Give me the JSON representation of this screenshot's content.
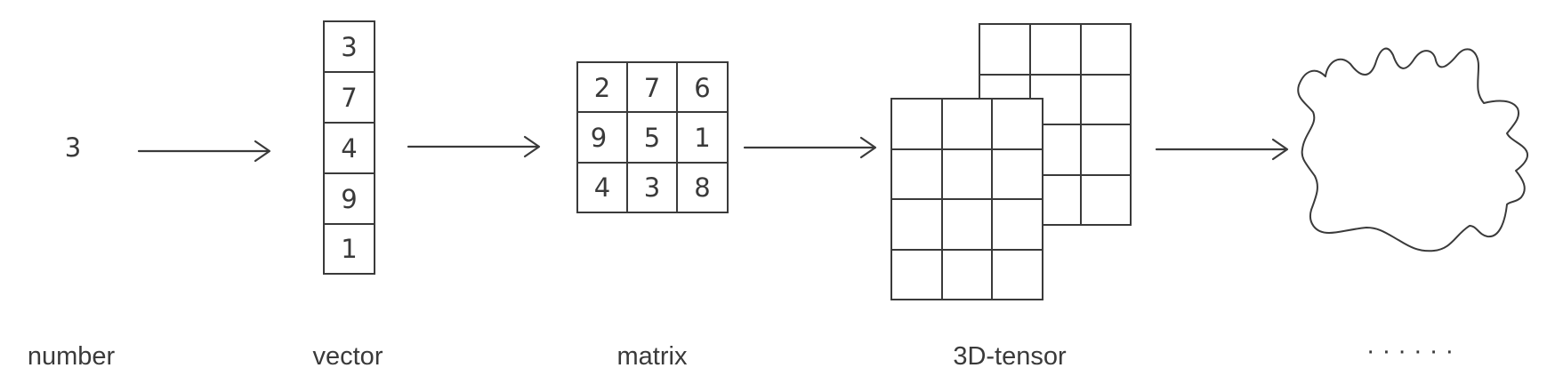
{
  "number": {
    "value": "3",
    "caption": "number"
  },
  "vector": {
    "values": [
      "3",
      "7",
      "4",
      "9",
      "1"
    ],
    "caption": "vector"
  },
  "matrix": {
    "rows": [
      [
        "2",
        "7",
        "6"
      ],
      [
        "9",
        "5",
        "1"
      ],
      [
        "4",
        "3",
        "8"
      ]
    ],
    "caption": "matrix"
  },
  "tensor": {
    "caption": "3D-tensor"
  },
  "higher": {
    "caption": "· · · · · ·"
  },
  "colors": {
    "stroke": "#3a3a3a",
    "background": "#ffffff"
  }
}
